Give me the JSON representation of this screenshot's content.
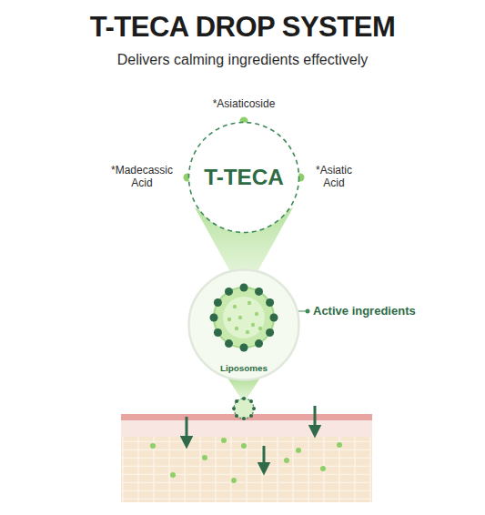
{
  "diagram": {
    "title": "T-TECA DROP SYSTEM",
    "nodes": [
      {
        "text": [
          "T-TECA"
        ]
      },
      {
        "text": [
          "Liposomes"
        ]
      }
    ],
    "labels": [
      "Delivers calming ingredients effectively",
      "*Asiaticoside",
      "*Madecassic Acid",
      "*Asiatic Acid",
      "Active ingredients"
    ]
  }
}
